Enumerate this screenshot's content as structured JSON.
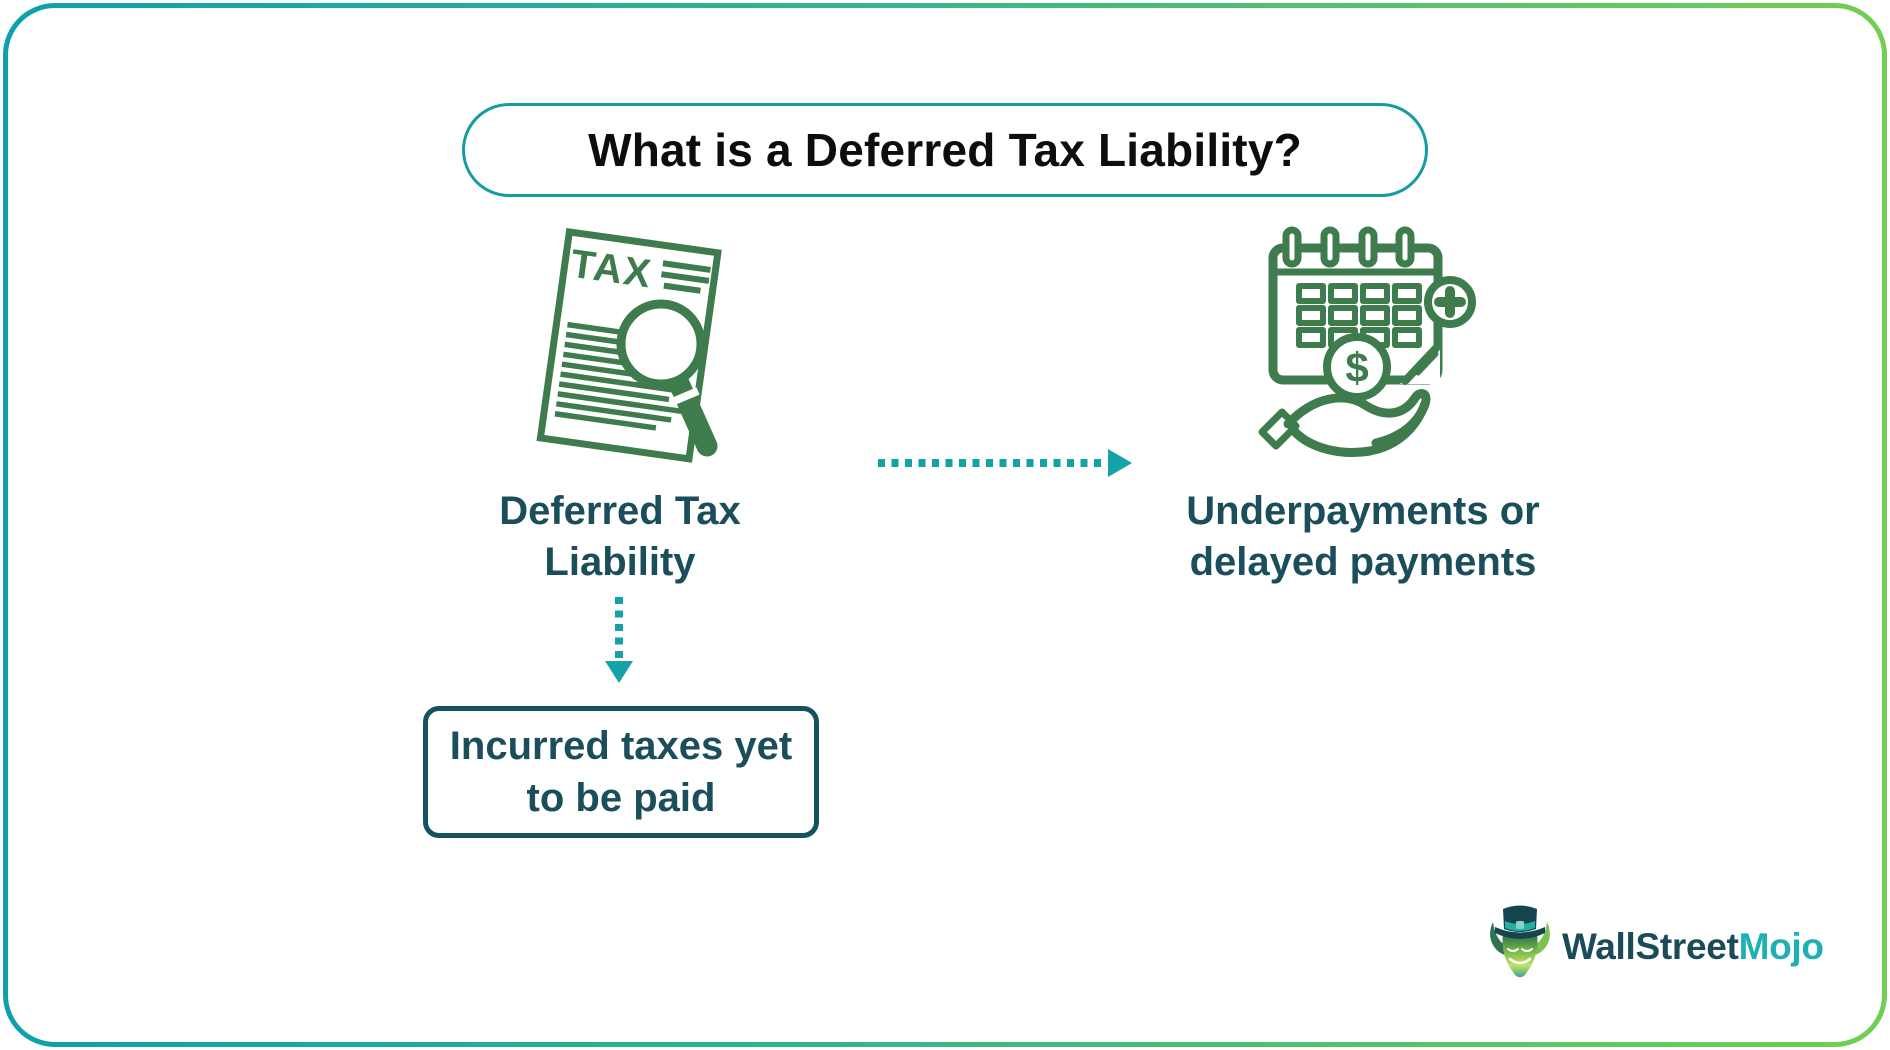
{
  "header": {
    "title": "What is a Deferred Tax Liability?"
  },
  "diagram": {
    "source_node": {
      "label": "Deferred Tax Liability",
      "icon": "tax-document-magnifier-icon",
      "document_text": "TAX"
    },
    "result_node": {
      "label": "Underpayments or delayed payments",
      "icon": "calendar-money-hand-icon",
      "coin_symbol": "$"
    },
    "definition_box": {
      "label": "Incurred taxes yet to be paid"
    },
    "connectors": [
      "dotted-arrow-right",
      "dotted-arrow-down"
    ]
  },
  "branding": {
    "logo_icon": "bull-top-hat-icon",
    "name_part1": "WallStreet",
    "name_part2": "Mojo"
  },
  "colors": {
    "accent_teal": "#14a1a7",
    "dark_teal_text": "#1b4e5b",
    "box_border": "#14525f",
    "icon_green": "#3e7b4d",
    "frame_gradient_start": "#0da0ac",
    "frame_gradient_end": "#72ce52",
    "title_text": "#0d0d0d",
    "logo_secondary": "#1fb0b6"
  }
}
